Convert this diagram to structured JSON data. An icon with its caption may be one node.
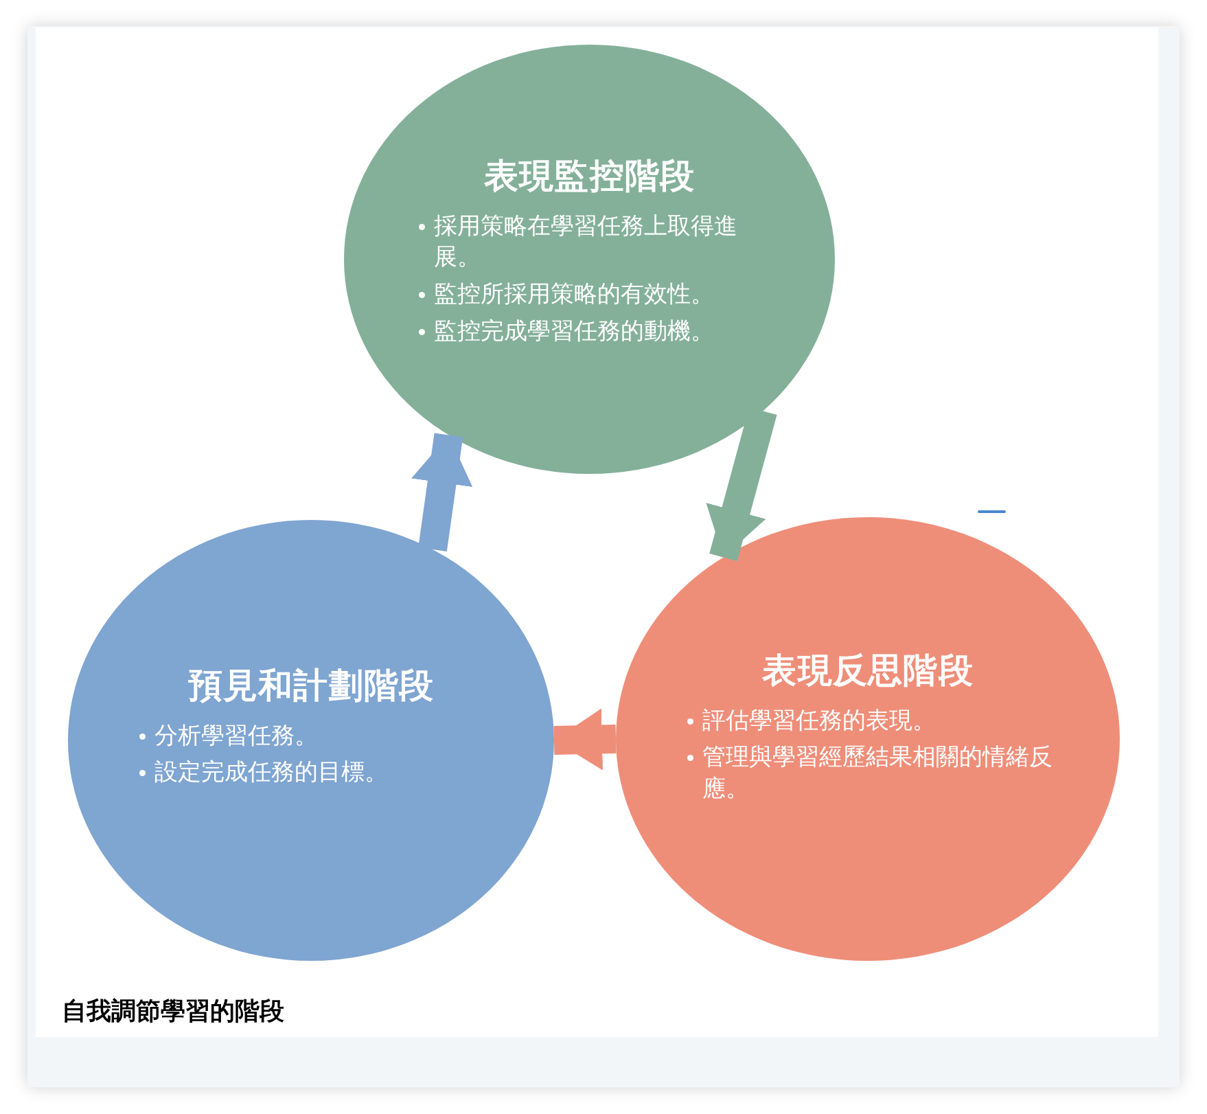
{
  "diagram": {
    "caption": "自我調節學習的階段",
    "nodes": [
      {
        "text": [
          "表現監控階段",
          "採用策略在學習任務上取得進展。",
          "監控所採用策略的有效性。",
          "監控完成學習任務的動機。"
        ]
      },
      {
        "text": [
          "預見和計劃階段",
          "分析學習任務。",
          "設定完成任務的目標。"
        ]
      },
      {
        "text": [
          "表現反思階段",
          "評估學習任務的表現。",
          "管理與學習經歷結果相關的情緒反應。"
        ]
      }
    ],
    "edges": [
      {
        "from": 0,
        "to": 2,
        "arrow": "to",
        "color": "#84b09a"
      },
      {
        "from": 2,
        "to": 1,
        "arrow": "to",
        "color": "#ee8e79"
      },
      {
        "from": 1,
        "to": 0,
        "arrow": "to",
        "color": "#7fa5d1"
      }
    ]
  }
}
